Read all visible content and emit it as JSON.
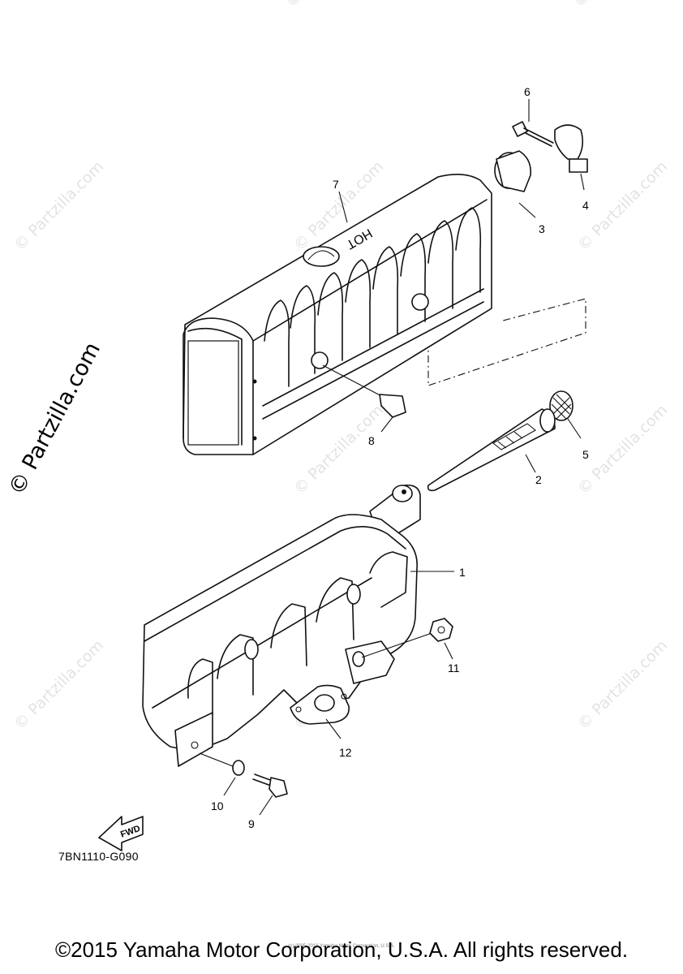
{
  "watermark": {
    "site": "© Partzilla.com",
    "side": "© Partzilla.com"
  },
  "callouts": {
    "c1": "1",
    "c2": "2",
    "c3": "3",
    "c4": "4",
    "c5": "5",
    "c6": "6",
    "c7": "7",
    "c8": "8",
    "c9": "9",
    "c10": "10",
    "c11": "11",
    "c12": "12"
  },
  "labels": {
    "hot": "HOT",
    "fwd": "FWD"
  },
  "diagram_code": "7BN1110-G090",
  "small_copyright": "(c) 2005-2016 Yamaha Motor Corporation, U.S.A.",
  "copyright": "©2015 Yamaha Motor Corporation, U.S.A. All rights reserved."
}
